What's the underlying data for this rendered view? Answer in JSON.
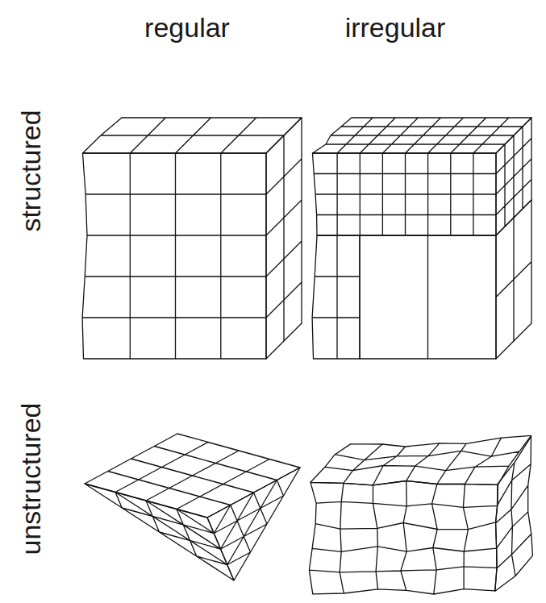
{
  "diagram": {
    "labels": [
      "regular",
      "irregular",
      "structured",
      "unstructured"
    ]
  }
}
